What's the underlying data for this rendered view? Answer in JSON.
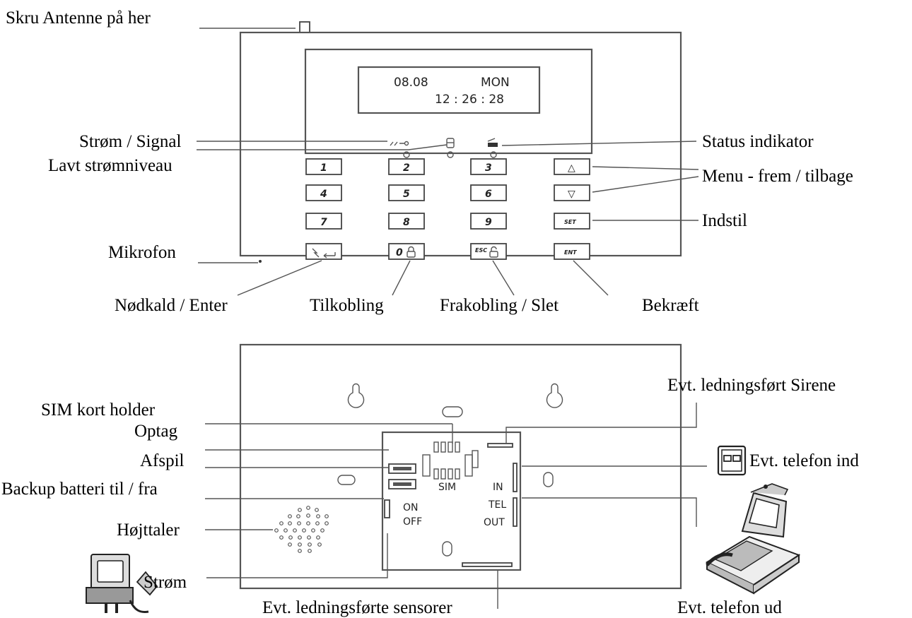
{
  "front": {
    "labels": {
      "antenna": "Skru Antenne på her",
      "power_signal": "Strøm / Signal",
      "low_power": "Lavt strømniveau",
      "status": "Status indikator",
      "menu": "Menu - frem / tilbage",
      "set": "Indstil",
      "microphone": "Mikrofon",
      "emergency": "Nødkald / Enter",
      "arm": "Tilkobling",
      "disarm": "Frakobling / Slet",
      "confirm": "Bekræft"
    },
    "lcd": {
      "date": "08.08",
      "day": "MON",
      "time": "12 : 26 : 28"
    },
    "keys": {
      "rows": [
        [
          "1",
          "2",
          "3"
        ],
        [
          "4",
          "5",
          "6"
        ],
        [
          "7",
          "8",
          "9"
        ]
      ],
      "zero": "0",
      "esc": "ESC",
      "set": "SET",
      "ent": "ENT",
      "up": "△",
      "down": "▽"
    }
  },
  "back": {
    "labels": {
      "sim_holder": "SIM kort holder",
      "record": "Optag",
      "play": "Afspil",
      "backup": "Backup batteri til / fra",
      "speaker": "Højttaler",
      "power": "Strøm",
      "wired_sensors": "Evt. ledningsførte sensorer",
      "wired_siren": "Evt. ledningsført Sirene",
      "phone_in": "Evt. telefon ind",
      "phone_out": "Evt. telefon ud"
    },
    "panel_text": {
      "sim": "SIM",
      "in": "IN",
      "tel": "TEL",
      "out": "OUT",
      "on": "ON",
      "off": "OFF"
    }
  }
}
